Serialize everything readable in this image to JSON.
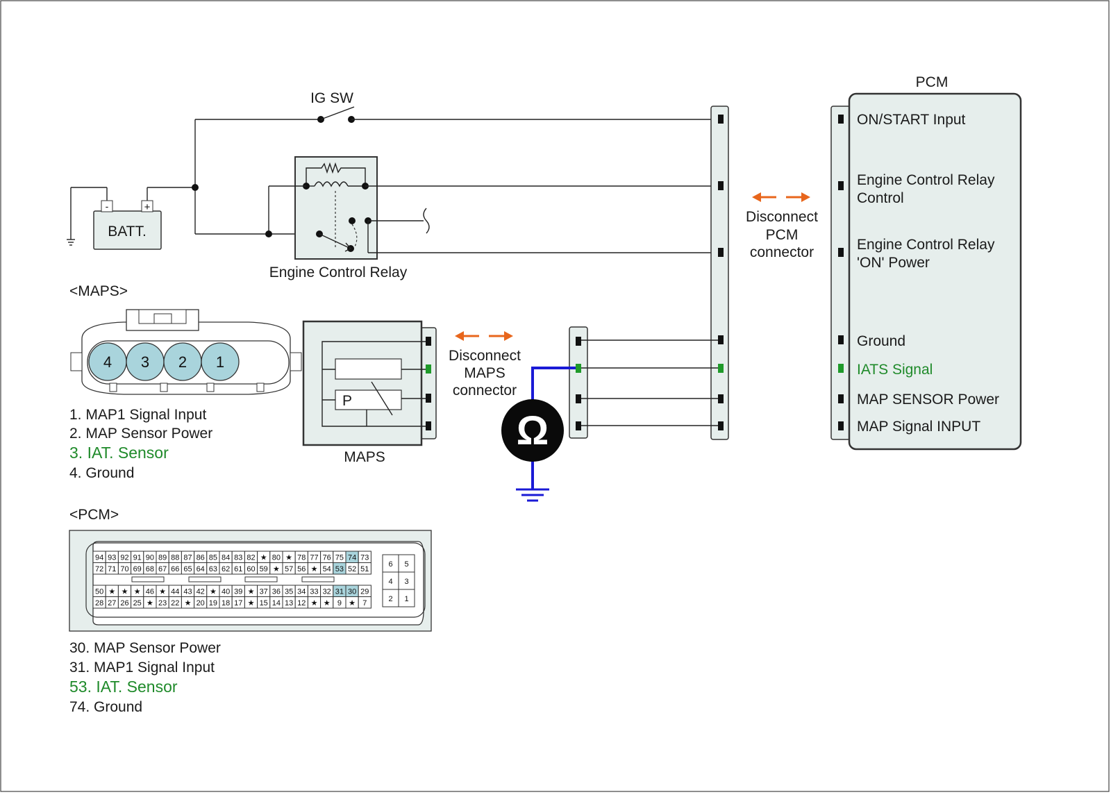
{
  "title_labels": {
    "ig_sw": "IG SW",
    "batt": "BATT.",
    "batt_minus": "-",
    "batt_plus": "+",
    "relay": "Engine Control Relay",
    "maps_heading": "<MAPS>",
    "pcm_heading": "<PCM>",
    "pcm_box": "PCM",
    "maps_box": "MAPS",
    "maps_p": "P",
    "ohm": "Ω"
  },
  "disconnect_pcm": [
    "Disconnect",
    "PCM",
    "connector"
  ],
  "disconnect_maps": [
    "Disconnect",
    "MAPS",
    "connector"
  ],
  "pcm_terminals": [
    {
      "lines": [
        "ON/START Input"
      ],
      "color": "#1a1a1a"
    },
    {
      "lines": [
        "Engine Control Relay",
        "Control"
      ],
      "color": "#1a1a1a"
    },
    {
      "lines": [
        "Engine Control Relay",
        "'ON' Power"
      ],
      "color": "#1a1a1a"
    },
    {
      "lines": [
        "Ground"
      ],
      "color": "#1a1a1a"
    },
    {
      "lines": [
        "IATS Signal"
      ],
      "color": "#1f8a2a"
    },
    {
      "lines": [
        "MAP SENSOR Power"
      ],
      "color": "#1a1a1a"
    },
    {
      "lines": [
        "MAP Signal  INPUT"
      ],
      "color": "#1a1a1a"
    }
  ],
  "maps_pins": [
    "4",
    "3",
    "2",
    "1"
  ],
  "maps_legend": [
    {
      "text": "1. MAP1 Signal Input",
      "color": "#1a1a1a"
    },
    {
      "text": "2. MAP Sensor Power",
      "color": "#1a1a1a"
    },
    {
      "text": "3. IAT. Sensor",
      "color": "#1f8a2a"
    },
    {
      "text": "4. Ground",
      "color": "#1a1a1a"
    }
  ],
  "pcm_legend": [
    {
      "text": "30. MAP Sensor Power",
      "color": "#1a1a1a"
    },
    {
      "text": "31. MAP1 Signal Input",
      "color": "#1a1a1a"
    },
    {
      "text": "53. IAT. Sensor",
      "color": "#1f8a2a"
    },
    {
      "text": "74. Ground",
      "color": "#1a1a1a"
    }
  ],
  "pcm_connector": {
    "top_rows": [
      [
        "94",
        "93",
        "92",
        "91",
        "90",
        "89",
        "88",
        "87",
        "86",
        "85",
        "84",
        "83",
        "82",
        "★",
        "80",
        "★",
        "78",
        "77",
        "76",
        "75",
        "74",
        "73"
      ],
      [
        "72",
        "71",
        "70",
        "69",
        "68",
        "67",
        "66",
        "65",
        "64",
        "63",
        "62",
        "61",
        "60",
        "59",
        "★",
        "57",
        "56",
        "★",
        "54",
        "53",
        "52",
        "51"
      ]
    ],
    "bottom_rows": [
      [
        "50",
        "★",
        "★",
        "★",
        "46",
        "★",
        "44",
        "43",
        "42",
        "★",
        "40",
        "39",
        "★",
        "37",
        "36",
        "35",
        "34",
        "33",
        "32",
        "31",
        "30",
        "29"
      ],
      [
        "28",
        "27",
        "26",
        "25",
        "★",
        "23",
        "22",
        "★",
        "20",
        "19",
        "18",
        "17",
        "★",
        "15",
        "14",
        "13",
        "12",
        "★",
        "★",
        "9",
        "★",
        "7"
      ]
    ],
    "highlighted": [
      "74",
      "53",
      "31",
      "30"
    ],
    "side_block": [
      [
        "6",
        "5"
      ],
      [
        "4",
        "3"
      ],
      [
        "2",
        "1"
      ]
    ]
  },
  "colors": {
    "accent_orange": "#e8661c",
    "meter_blue": "#1a1ad6",
    "highlight_green": "#1f8a2a",
    "connector_fill": "#e6eeec",
    "pin_highlight": "#a9d4dc"
  }
}
